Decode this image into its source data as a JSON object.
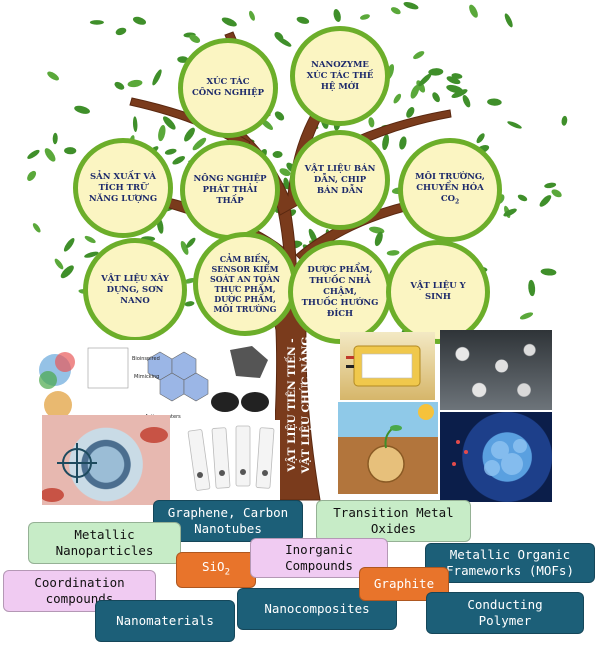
{
  "circles": {
    "c1": "XÚC TÁC\nCÔNG NGHIỆP",
    "c2": "NANOZYME\nXÚC TÁC THẾ\nHỆ MỚI",
    "c3": "SẢN XUẤT VÀ\nTÍCH TRỮ\nNĂNG LƯỢNG",
    "c4": "NÔNG NGHIỆP\nPHÁT THẢI\nTHẤP",
    "c5": "VẬT LIỆU BÁN\nDẪN, CHIP\nBÁN DẪN",
    "c6_main": "MÔI TRƯỜNG,\nCHUYỂN HÓA CO",
    "c6_sub": "2",
    "c7": "VẬT LIỆU XÂY\nDỰNG, SƠN\nNANO",
    "c8": "CẢM BIẾN,\nSENSOR KIỂM\nSOÁT AN TOÀN\nTHỰC PHẨM,\nDƯỢC PHẨM,\nMÔI TRƯỜNG",
    "c9": "DƯỢC PHẨM,\nTHUỐC NHẢ CHẬM,\nTHUỐC HƯỚNG\nĐÍCH",
    "c10": "VẬT LIỆU Y SINH"
  },
  "trunk": {
    "line1": "VẬT LIỆU TIÊN TIẾN -",
    "line2": "VẬT LIỆU CHỨC NĂNG"
  },
  "photo_labels": {
    "bioinspired": "Bioinspired",
    "mimicking": "Mimicking",
    "active_centers": "Active centers"
  },
  "tags": {
    "graphene": "Graphene, Carbon\nNanotubes",
    "tmo": "Transition Metal\nOxides",
    "metallic_np": "Metallic\nNanoparticles",
    "inorganic": "Inorganic\nCompounds",
    "mof": "Metallic Organic\nFrameworks (MOFs)",
    "sio2_main": "SiO",
    "sio2_sub": "2",
    "graphite": "Graphite",
    "coordination": "Coordination\ncompounds",
    "nanocomposites": "Nanocomposites",
    "conducting": "Conducting\nPolymer",
    "nanomaterials": "Nanomaterials"
  },
  "colors": {
    "leaf": "#3f8f2a",
    "trunk": "#7a3b1c",
    "circle_fill": "#fbf5c2",
    "circle_border": "#6cae2a",
    "circle_text": "#1d2a6b",
    "tag_teal": "#1c5f78",
    "tag_mint": "#c7ecc7",
    "tag_pink": "#f0cbf2",
    "tag_orange": "#e8742b"
  }
}
